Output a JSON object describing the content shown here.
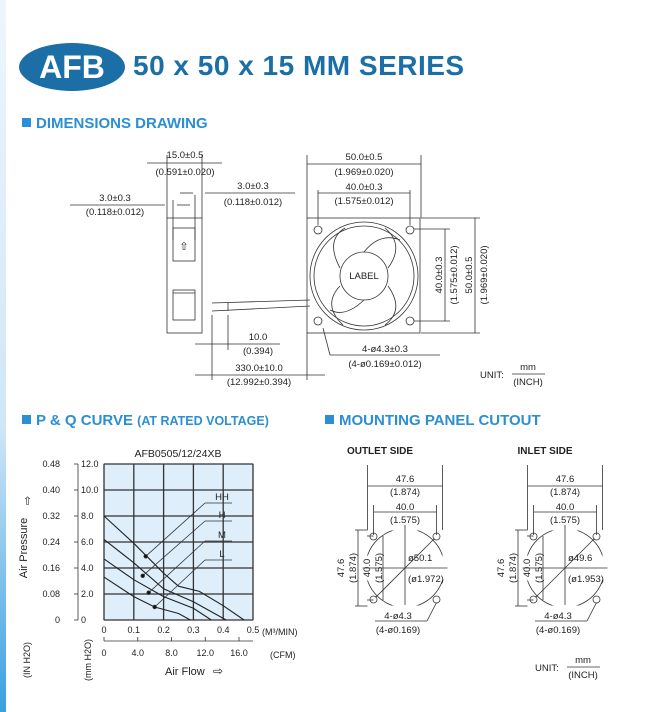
{
  "header": {
    "logo": "AFB",
    "title": "50 x 50 x 15 MM SERIES",
    "brand_color": "#1b6fa6",
    "accent_color": "#2b8fd2"
  },
  "sections": {
    "dimensions": "DIMENSIONS DRAWING",
    "pq": "P & Q CURVE",
    "pq_note": "(AT RATED VOLTAGE)",
    "cutout": "MOUNTING PANEL CUTOUT"
  },
  "dimensions": {
    "depth": "15.0±0.5",
    "depth_in": "(0.591±0.020)",
    "flange_left": "3.0±0.3",
    "flange_left_in": "(0.118±0.012)",
    "flange_right": "3.0±0.3",
    "flange_right_in": "(0.118±0.012)",
    "width": "50.0±0.5",
    "width_in": "(1.969±0.020)",
    "hole_span": "40.0±0.3",
    "hole_span_in": "(1.575±0.012)",
    "v_hole_span": "40.0±0.3",
    "v_hole_span_in": "(1.575±0.012)",
    "height": "50.0±0.5",
    "height_in": "(1.969±0.020)",
    "strip": "10.0",
    "strip_in": "(0.394)",
    "lead": "330.0±10.0",
    "lead_in": "(12.992±0.394)",
    "holes": "4-ø4.3±0.3",
    "holes_in": "(4-ø0.169±0.012)",
    "label": "LABEL",
    "unit": "UNIT:",
    "unit_mm": "mm",
    "unit_in": "(INCH)"
  },
  "chart_data": {
    "type": "line",
    "title": "AFB0505/12/24XB",
    "xlabel": "Air Flow",
    "ylabel": "Air Pressure",
    "x_unit": "(M³/MIN)",
    "x2_unit": "(CFM)",
    "y_unit": "(mm H2O)",
    "y2_unit": "(IN H2O)",
    "x_ticks": [
      "0",
      "0.1",
      "0.2",
      "0.3",
      "0.4",
      "0.5"
    ],
    "x2_ticks": [
      "0",
      "4.0",
      "8.0",
      "12.0",
      "16.0"
    ],
    "y_ticks": [
      "0",
      "2.0",
      "4.0",
      "6.0",
      "8.0",
      "10.0",
      "12.0"
    ],
    "y2_ticks": [
      "0",
      "0.08",
      "0.16",
      "0.24",
      "0.32",
      "0.40",
      "0.48"
    ],
    "xlim": [
      0,
      0.5
    ],
    "ylim": [
      0,
      12
    ],
    "grid": true,
    "series": [
      {
        "name": "HH",
        "x": [
          0,
          0.1,
          0.2,
          0.25,
          0.32,
          0.4,
          0.47
        ],
        "y": [
          8.0,
          5.9,
          3.6,
          2.6,
          2.2,
          1.1,
          0
        ]
      },
      {
        "name": "H",
        "x": [
          0,
          0.1,
          0.2,
          0.3,
          0.41
        ],
        "y": [
          6.2,
          4.4,
          2.4,
          1.4,
          0
        ]
      },
      {
        "name": "M",
        "x": [
          0,
          0.1,
          0.2,
          0.3,
          0.36
        ],
        "y": [
          4.7,
          3.1,
          1.8,
          0.9,
          0
        ]
      },
      {
        "name": "L",
        "x": [
          0,
          0.1,
          0.17,
          0.25,
          0.29
        ],
        "y": [
          3.3,
          1.8,
          1.0,
          0.5,
          0
        ]
      }
    ]
  },
  "cutout": {
    "outlet": {
      "title": "OUTLET SIDE",
      "w": "47.6",
      "w_in": "(1.874)",
      "span": "40.0",
      "span_in": "(1.575)",
      "dia": "ø50.1",
      "dia_in": "(ø1.972)",
      "holes": "4-ø4.3",
      "holes_in": "(4-ø0.169)"
    },
    "inlet": {
      "title": "INLET SIDE",
      "w": "47.6",
      "w_in": "(1.874)",
      "span": "40.0",
      "span_in": "(1.575)",
      "dia": "ø49.6",
      "dia_in": "(ø1.953)",
      "holes": "4-ø4.3",
      "holes_in": "(4-ø0.169)"
    },
    "unit": "UNIT:",
    "unit_mm": "mm",
    "unit_in": "(INCH)"
  }
}
